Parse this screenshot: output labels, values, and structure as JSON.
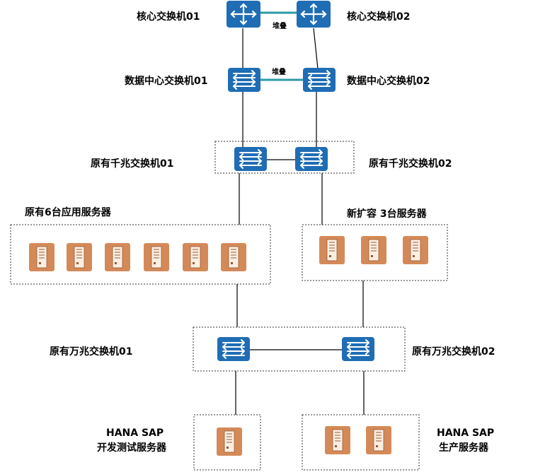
{
  "labels": {
    "core_switch_01": "核心交换机01",
    "core_switch_02": "核心交换机02",
    "core_stack": "堆叠",
    "dc_switch_01": "数据中心交换机01",
    "dc_switch_02": "数据中心交换机02",
    "dc_stack": "堆叠",
    "gigabit_switch_01": "原有千兆交换机01",
    "gigabit_switch_02": "原有千兆交换机02",
    "app_servers_group": "原有6台应用服务器",
    "new_servers_group": "新扩容 3台服务器",
    "tengig_switch_01": "原有万兆交换机01",
    "tengig_switch_02": "原有万兆交换机02",
    "hana_dev_line1": "HANA SAP",
    "hana_dev_line2": "开发测试服务器",
    "hana_prod_line1": "HANA SAP",
    "hana_prod_line2": "生产服务器"
  },
  "colors": {
    "switch_fill": "#1f6db5",
    "server_fill": "#d48a58",
    "stack_link": "#2e9aa6"
  },
  "icons": {
    "router": "router-icon",
    "switch": "switch-icon",
    "server": "server-icon"
  },
  "server_counts": {
    "app_servers": 6,
    "new_servers": 3,
    "hana_dev": 1,
    "hana_prod": 2
  }
}
